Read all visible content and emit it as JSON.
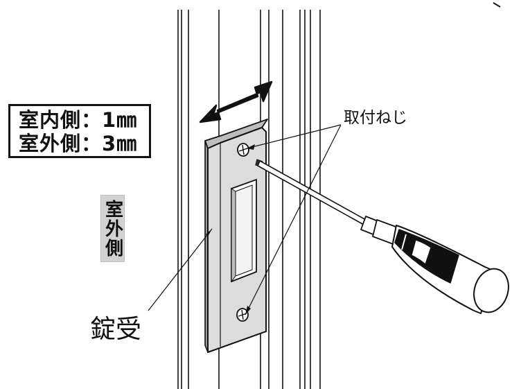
{
  "labels": {
    "screw": "取付ねじ",
    "strike": "錠受",
    "side": "室外側"
  },
  "gap_box": {
    "indoor": "室内側：1㎜",
    "outdoor": "室外側：3㎜"
  },
  "colors": {
    "line": "#111111",
    "plate": "#d9d9d9",
    "tag": "#d2d2d2"
  }
}
